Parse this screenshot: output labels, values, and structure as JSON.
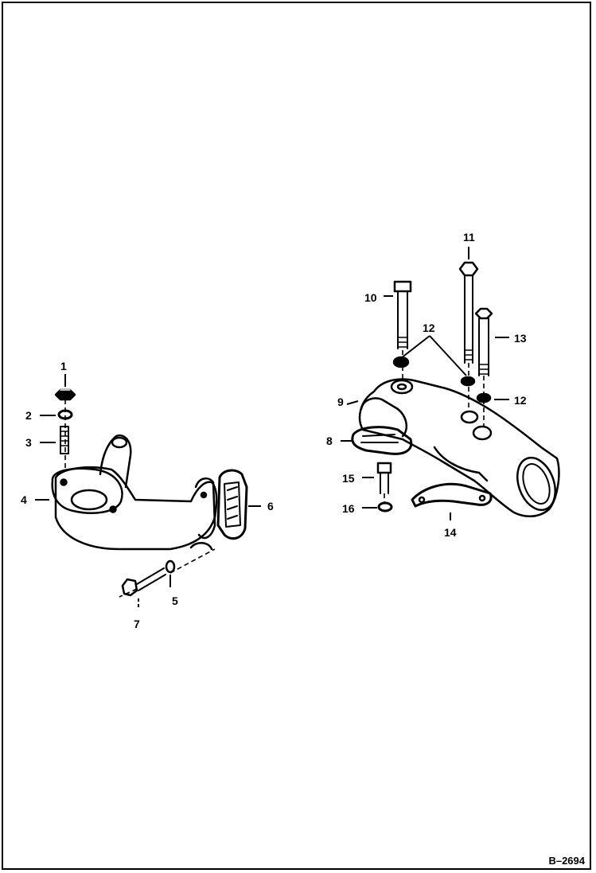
{
  "figure": {
    "id": "B–2694",
    "callouts": [
      "1",
      "2",
      "3",
      "4",
      "5",
      "6",
      "7",
      "8",
      "9",
      "10",
      "11",
      "12",
      "12",
      "13",
      "14",
      "15",
      "16"
    ]
  }
}
